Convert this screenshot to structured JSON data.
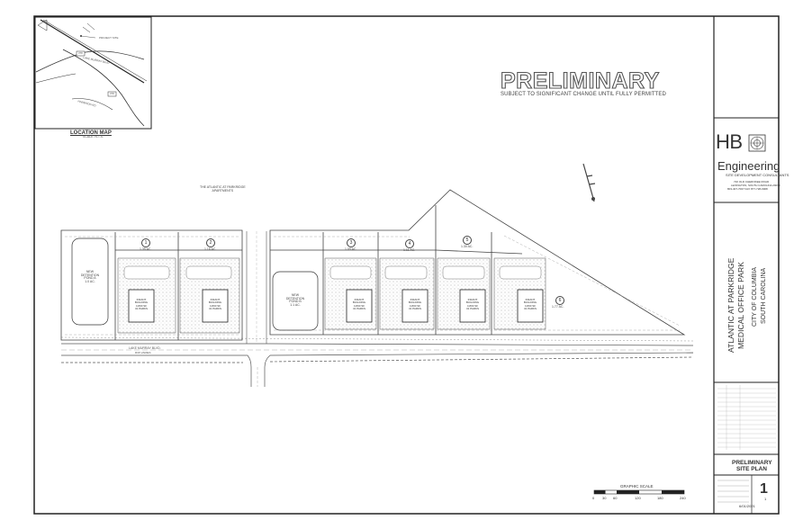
{
  "stamp": {
    "title": "PRELIMINARY",
    "subtitle": "SUBJECT TO SIGNIFICANT CHANGE UNTIL FULLY PERMITTED"
  },
  "location_map": {
    "title": "LOCATION MAP",
    "scale": "SCALE: N.T.S.",
    "project_site": "PROJECT SITE",
    "route_shields": [
      "378",
      "378"
    ],
    "roads": [
      "LAKE MURRAY BLVD",
      "HARBISON RD"
    ]
  },
  "site": {
    "neighbor_label": "THE ATLANTIC AT PARKRIDGE\nAPARTMENTS",
    "road_label": "LAKE MURRAY BLVD.",
    "road_sub": "R/W VARIES",
    "pond_a": "NEW\nDETENTION\nPOND A\n1.0 AC.",
    "pond_b": "NEW\nDETENTION\nPOND B\n1.1 AC.",
    "lots": [
      {
        "num": "1",
        "acres": "1.35 AC."
      },
      {
        "num": "2",
        "acres": "1.16 AC."
      },
      {
        "num": "3",
        "acres": "1.09 AC."
      },
      {
        "num": "4",
        "acres": "1.11 AC."
      },
      {
        "num": "5",
        "acres": "1.30 AC."
      },
      {
        "num": "6",
        "acres": "1.77 AC."
      }
    ],
    "building_label": "INFANT\nBUILDING\n4,800 SF\n31 PARKS"
  },
  "title_block": {
    "logo_hb": "HB",
    "logo_engineering": "Engineering",
    "consultants": "SITE DEVELOPMENT CONSULTANTS",
    "address1": "720 OLD CHEROKEE ROAD",
    "address2": "LEXINGTON, SOUTH CAROLINA 29072",
    "phone": "803-407-7007   FAX 877-728-0908",
    "project_line1": "ATLANTIC AT PARKRIDGE",
    "project_line2": "MEDICAL OFFICE PARK",
    "city_line1": "CITY OF COLUMBIA",
    "city_line2": "SOUTH CAROLINA",
    "sheet_title_line1": "PRELIMINARY",
    "sheet_title_line2": "SITE PLAN",
    "sheet_number": "1",
    "sheet_of": "1",
    "date": "6/01/2021"
  },
  "graphic_scale": {
    "title": "GRAPHIC SCALE",
    "ticks": [
      "0",
      "30",
      "60",
      "120",
      "180",
      "240"
    ]
  }
}
